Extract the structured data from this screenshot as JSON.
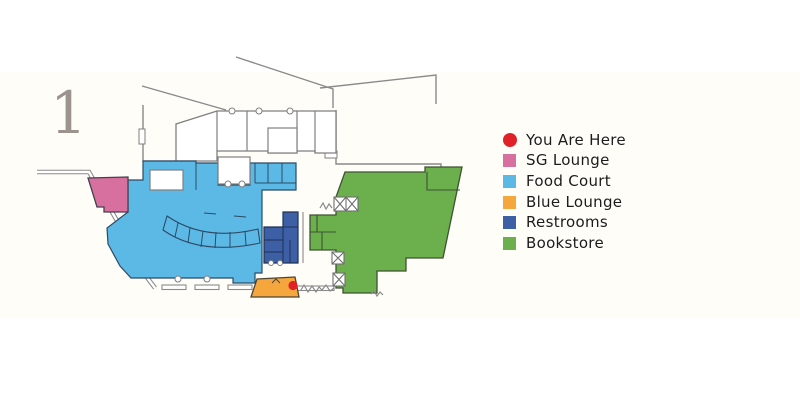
{
  "floor": {
    "label": "1"
  },
  "legend": {
    "items": [
      {
        "label": "You Are Here",
        "color": "#e02128",
        "shape": "circle"
      },
      {
        "label": "SG Lounge",
        "color": "#d8709f",
        "shape": "square"
      },
      {
        "label": "Food Court",
        "color": "#5cb9e5",
        "shape": "square"
      },
      {
        "label": "Blue Lounge",
        "color": "#f5a63c",
        "shape": "square"
      },
      {
        "label": "Restrooms",
        "color": "#3c5fa5",
        "shape": "square"
      },
      {
        "label": "Bookstore",
        "color": "#6bb04c",
        "shape": "square"
      }
    ]
  },
  "map": {
    "wall_color": "#8a8a8a",
    "region_outline_color": "#3f4450"
  }
}
